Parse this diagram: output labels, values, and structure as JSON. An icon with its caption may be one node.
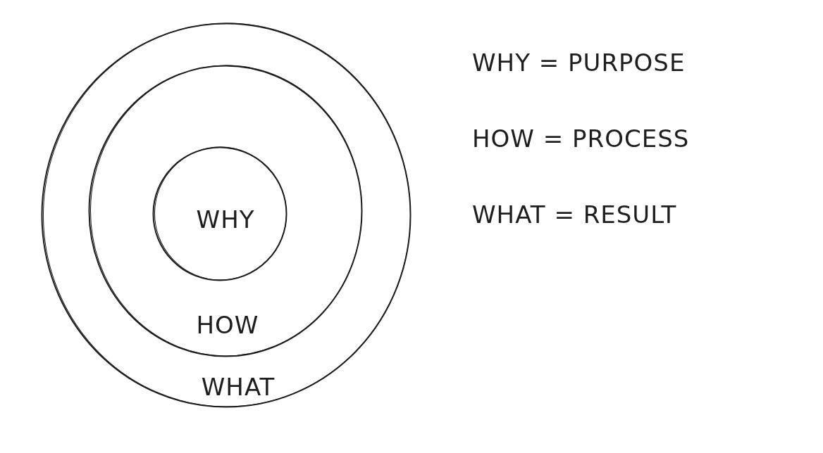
{
  "diagram": {
    "nodes": [
      {
        "text": [
          "WHAT"
        ]
      },
      {
        "text": [
          "HOW"
        ],
        "in": 0
      },
      {
        "text": [
          "WHY"
        ],
        "in": 1
      }
    ],
    "labels": [
      "WHY = PURPOSE",
      "HOW = PROCESS",
      "WHAT = RESULT"
    ]
  }
}
